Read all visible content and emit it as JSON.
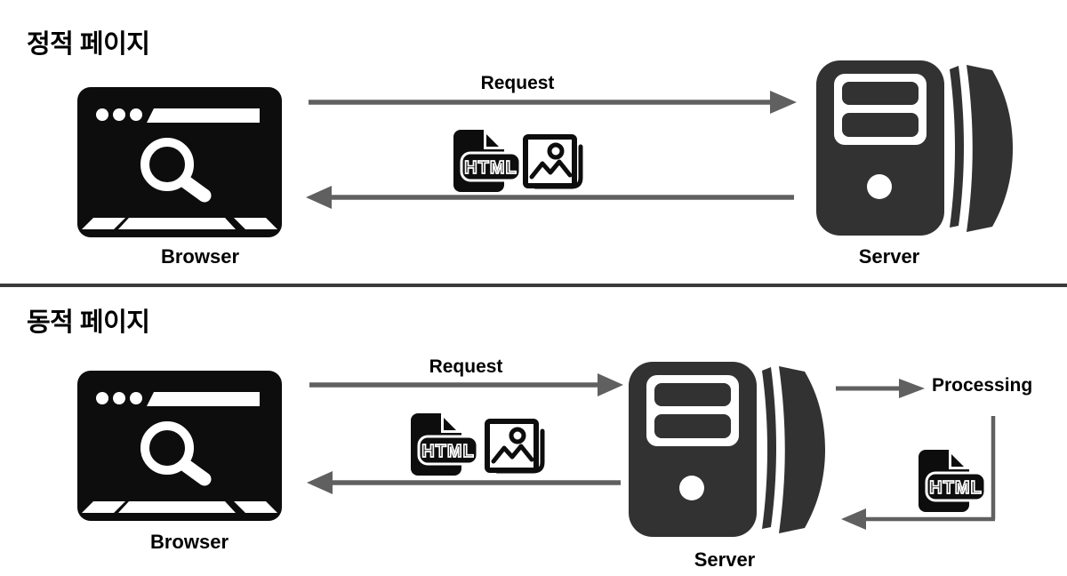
{
  "static_section": {
    "title": "정적 페이지",
    "browser_label": "Browser",
    "server_label": "Server",
    "request_label": "Request"
  },
  "dynamic_section": {
    "title": "동적 페이지",
    "browser_label": "Browser",
    "server_label": "Server",
    "request_label": "Request",
    "processing_label": "Processing"
  },
  "icons": {
    "html_file_badge": "HTML"
  },
  "colors": {
    "icon_black": "#0d0d0d",
    "server_dark": "#323232",
    "arrow_gray": "#606060",
    "divider": "#3b3b3b",
    "text": "#000000"
  }
}
